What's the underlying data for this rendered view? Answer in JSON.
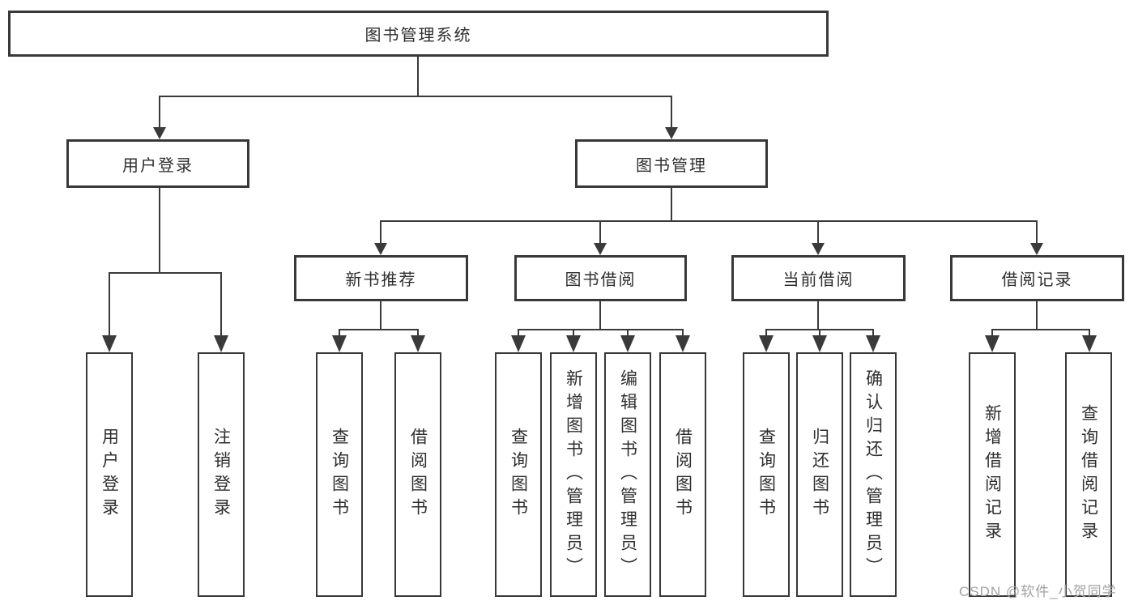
{
  "tree": {
    "label": "图书管理系统",
    "children": [
      {
        "label": "用户登录",
        "children": [
          {
            "label": "用户登录"
          },
          {
            "label": "注销登录"
          }
        ]
      },
      {
        "label": "图书管理",
        "children": [
          {
            "label": "新书推荐",
            "children": [
              {
                "label": "查询图书"
              },
              {
                "label": "借阅图书"
              }
            ]
          },
          {
            "label": "图书借阅",
            "children": [
              {
                "label": "查询图书"
              },
              {
                "label": "新增图书（管理员）"
              },
              {
                "label": "编辑图书（管理员）"
              },
              {
                "label": "借阅图书"
              }
            ]
          },
          {
            "label": "当前借阅",
            "children": [
              {
                "label": "查询图书"
              },
              {
                "label": "归还图书"
              },
              {
                "label": "确认归还（管理员）"
              }
            ]
          },
          {
            "label": "借阅记录",
            "children": [
              {
                "label": "新增借阅记录"
              },
              {
                "label": "查询借阅记录"
              }
            ]
          }
        ]
      }
    ]
  },
  "watermark": {
    "text": "CSDN @软件_小贺同学"
  },
  "colors": {
    "line": "#3a3a3a",
    "border": "#383838",
    "text": "#2e2e2e",
    "background": "#ffffff",
    "watermark": "#a2a2a2"
  }
}
